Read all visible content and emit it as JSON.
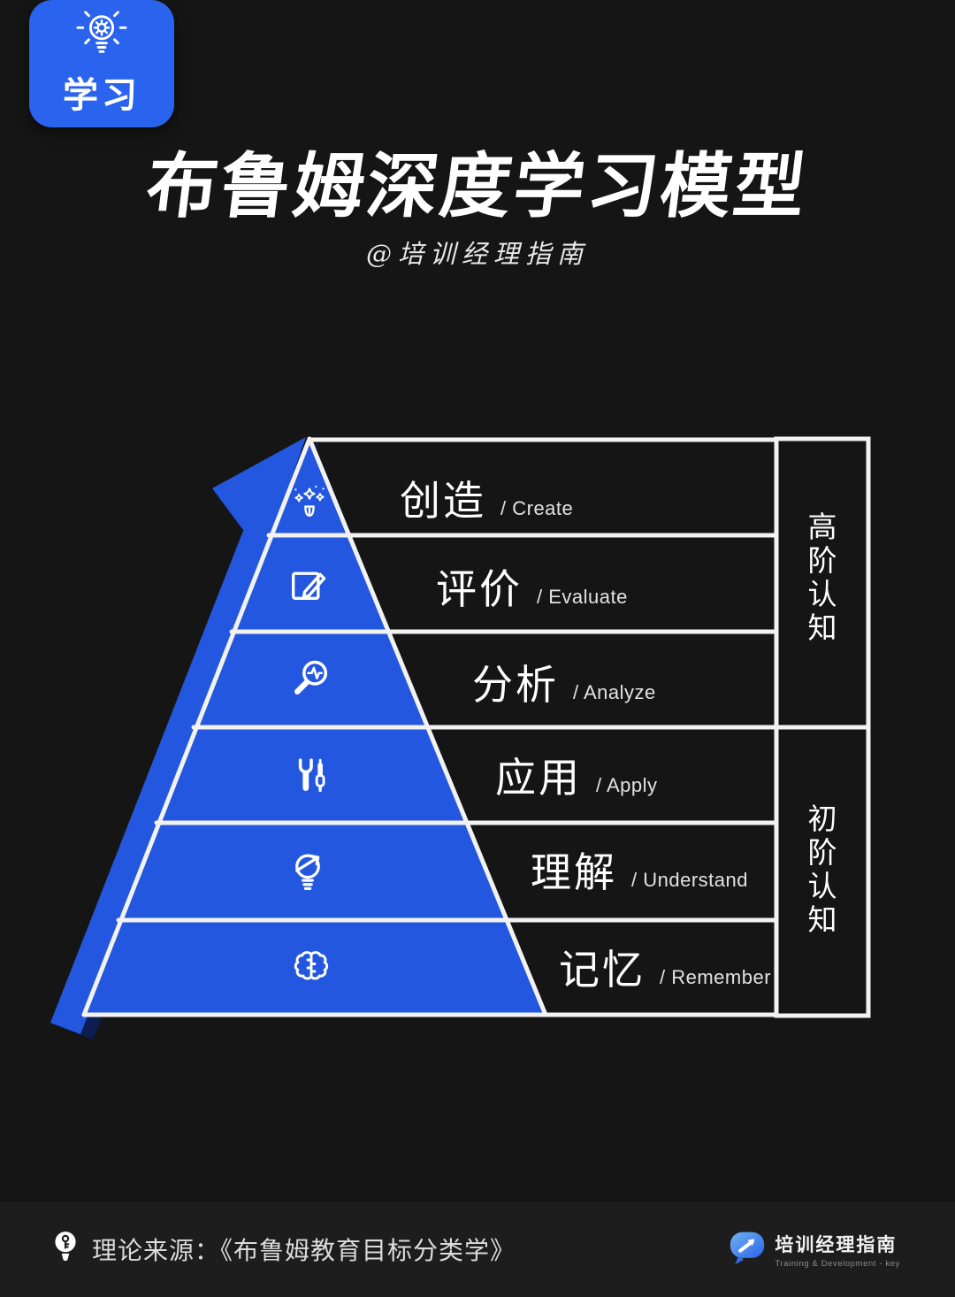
{
  "badge": {
    "label": "学习",
    "icon": "bulb-gear-icon"
  },
  "header": {
    "title": "布鲁姆深度学习模型",
    "subtitle": "@培训经理指南"
  },
  "pyramid": {
    "levels": [
      {
        "zh": "创造",
        "en": "/ Create",
        "icon": "sparkles-pen-icon"
      },
      {
        "zh": "评价",
        "en": "/ Evaluate",
        "icon": "pencil-edit-icon"
      },
      {
        "zh": "分析",
        "en": "/ Analyze",
        "icon": "magnifier-pulse-icon"
      },
      {
        "zh": "应用",
        "en": "/ Apply",
        "icon": "wrench-screwdriver-icon"
      },
      {
        "zh": "理解",
        "en": "/ Understand",
        "icon": "bulb-arrow-icon"
      },
      {
        "zh": "记忆",
        "en": "/ Remember",
        "icon": "brain-icon"
      }
    ],
    "groups": [
      {
        "label": "高阶认知",
        "chars": [
          "高",
          "阶",
          "认",
          "知"
        ]
      },
      {
        "label": "初阶认知",
        "chars": [
          "初",
          "阶",
          "认",
          "知"
        ]
      }
    ]
  },
  "footer": {
    "source_label": "理论来源：《布鲁姆教育目标分类学》",
    "logo_text": "培训经理指南",
    "logo_tagline": "Training & Development - key"
  },
  "colors": {
    "accent_blue": "#2457e0",
    "badge_blue": "#2a63ee",
    "line_white": "#f2f2f2",
    "background": "#151515",
    "footer_background": "#1d1d1d"
  }
}
